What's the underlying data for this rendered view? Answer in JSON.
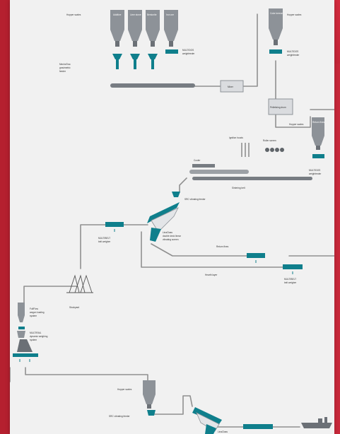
{
  "colors": {
    "brand_red": "#c8283a",
    "panel": "#f1f1f1",
    "equipment_grey": "#8d9298",
    "equipment_dark": "#6b7076",
    "accent_teal": "#0f7f8c",
    "pipe": "#909090",
    "text": "#333333"
  },
  "labels": {
    "hopper_scales_top_left": "Hopper scales",
    "hopper_scales_top_right": "Hopper scales",
    "bin_1": "Additive",
    "bin_2": "Lime stone",
    "bin_3": "Bentonite",
    "bin_4": "Iron ore",
    "bin_right": "Coke breeze",
    "metering_feeder_1": "MechaTrac",
    "metering_feeder_2": "gravimetric",
    "metering_feeder_3": "feeder",
    "weighfeeder_top_1": "MULTIDOS",
    "weighfeeder_top_2": "weighfeeder",
    "weighfeeder_right_1": "MULTIDOS",
    "weighfeeder_right_2": "weighfeeder",
    "mixer": "Mixer",
    "pelletizing_drum": "Pelletizing drum",
    "hopper_scales_mid": "Hopper scales",
    "return_fines_bin": "Return fines",
    "ignition_hoods": "Ignition hoods",
    "roller_screen": "Roller screen",
    "cooler": "Cooler",
    "sintering_belt": "Sintering belt",
    "vibrating_feeder_mid": "SRC vibrating feeder",
    "screen_1": "LinaClass",
    "screen_2": "double deck linear",
    "screen_3": "vibrating screen",
    "return_fines": "Return fines",
    "hearth_layer": "Hearth layer",
    "belt_weigher_left_1": "MULTIBELT",
    "belt_weigher_left_2": "belt weigher",
    "belt_weigher_right_1": "MULTIBELT",
    "belt_weigher_right_2": "belt weigher",
    "stockyard": "Stockyard",
    "wagon_1": "FullFlow",
    "wagon_2": "wagon loading",
    "wagon_3": "system",
    "dyn_weigh_1": "MULTIRAIL",
    "dyn_weigh_2": "dynamic weighing",
    "dyn_weigh_3": "system",
    "hopper_scales_bottom": "Hopper scales",
    "vibrating_feeder_bottom": "SRC vibrating feeder",
    "screen_bottom": "LinaClass"
  }
}
